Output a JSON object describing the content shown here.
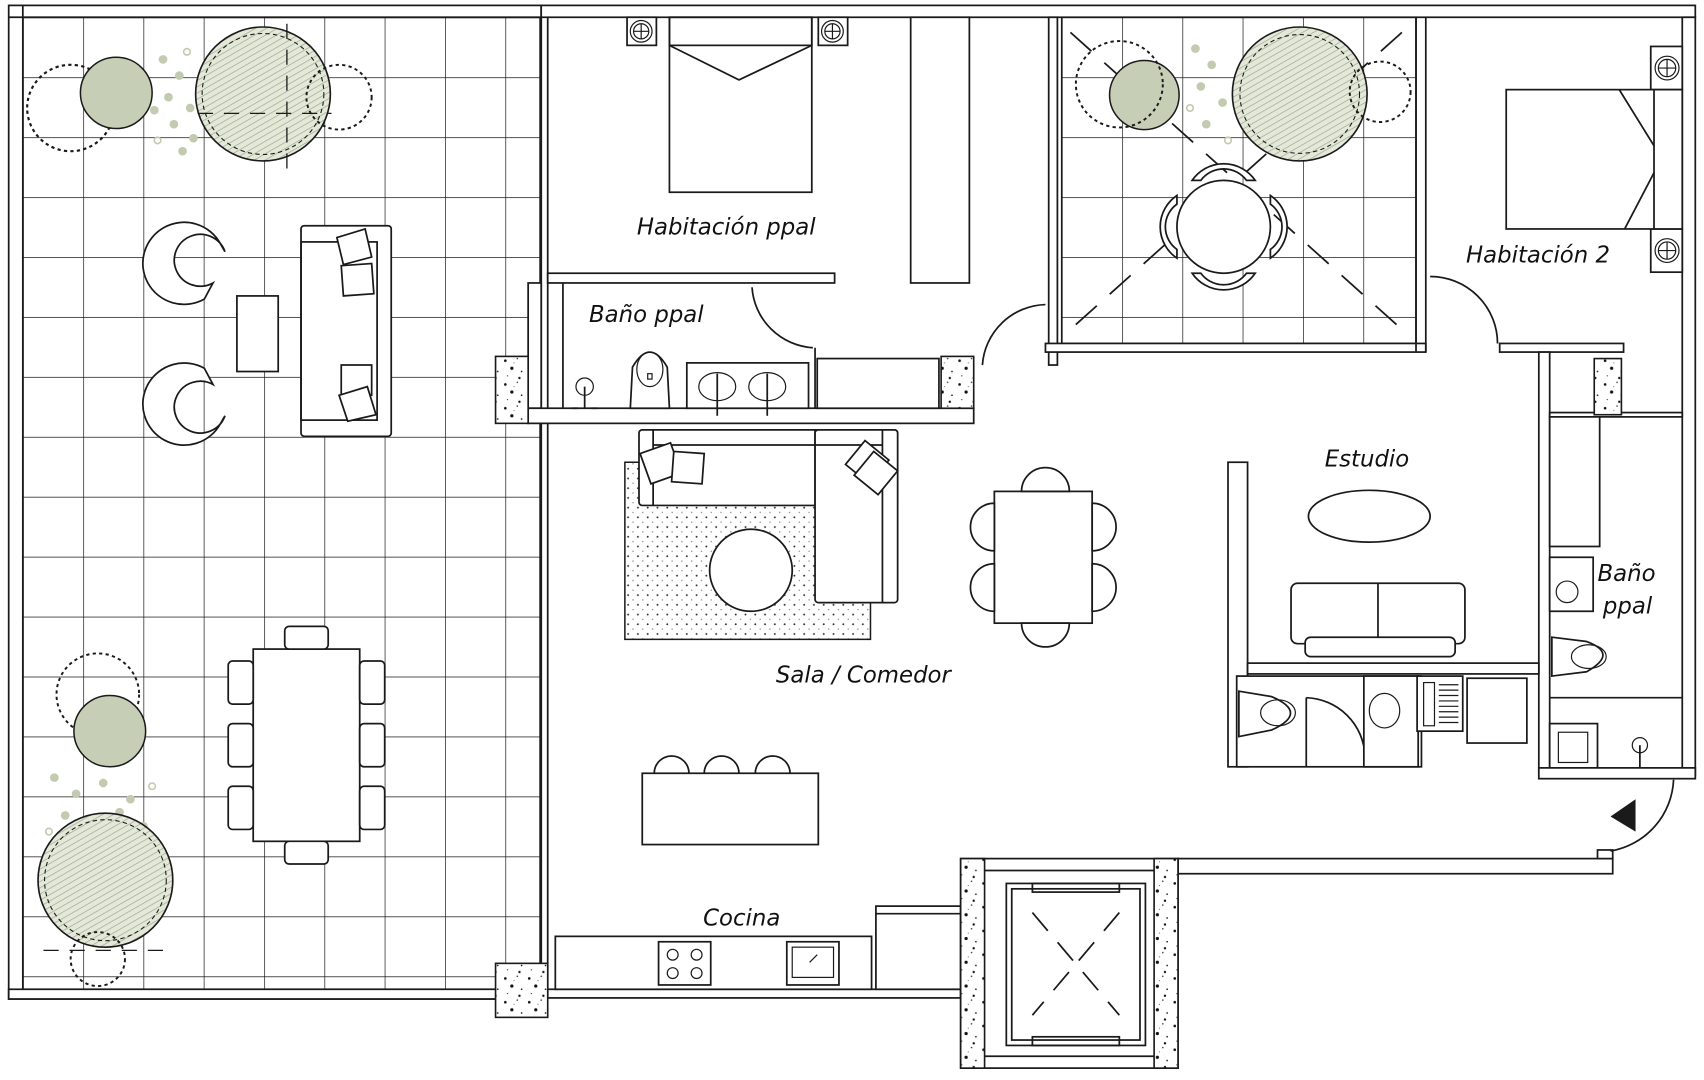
{
  "plan": {
    "title": "Floor plan",
    "accent_colors": {
      "line": "#1a1a1a",
      "plant_fill": "#c6cfb6",
      "background": "#ffffff"
    },
    "rooms": [
      {
        "id": "habitacion-ppal",
        "label": "Habitación ppal"
      },
      {
        "id": "bano-ppal-1",
        "label": "Baño ppal"
      },
      {
        "id": "habitacion-2",
        "label": "Habitación 2"
      },
      {
        "id": "estudio",
        "label": "Estudio"
      },
      {
        "id": "bano-ppal-2-line1",
        "label": "Baño"
      },
      {
        "id": "bano-ppal-2-line2",
        "label": "ppal"
      },
      {
        "id": "sala-comedor",
        "label": "Sala / Comedor"
      },
      {
        "id": "cocina",
        "label": "Cocina"
      }
    ],
    "icons": {
      "entry": "entry-arrow-icon",
      "elevator": "elevator-icon",
      "stove": "stove-icon",
      "sink": "sink-icon",
      "plant": "plant-icon"
    }
  }
}
